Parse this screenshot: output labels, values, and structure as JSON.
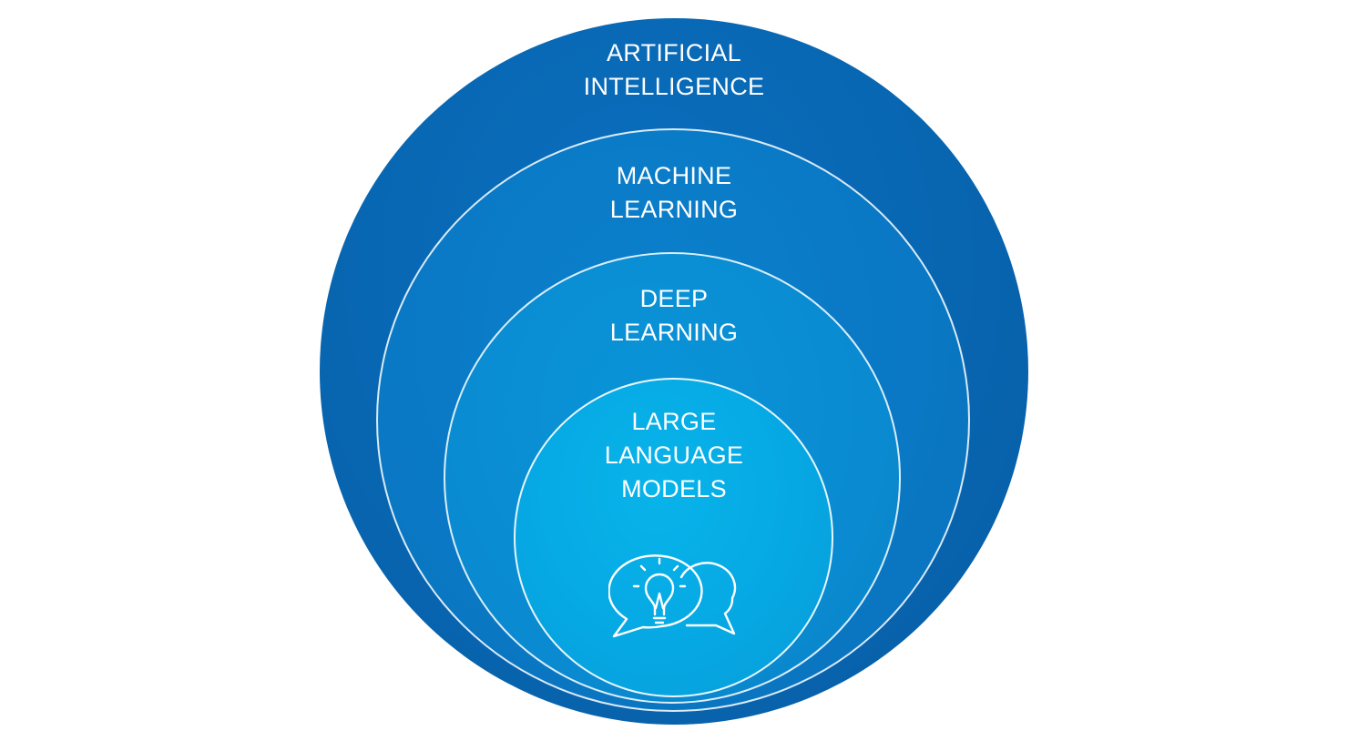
{
  "layers": [
    {
      "id": "artificial-intelligence",
      "lines": [
        "ARTIFICIAL",
        "INTELLIGENCE"
      ],
      "color": "#0866b1"
    },
    {
      "id": "machine-learning",
      "lines": [
        "MACHINE",
        "LEARNING"
      ],
      "color": "#0a78c4"
    },
    {
      "id": "deep-learning",
      "lines": [
        "DEEP",
        "LEARNING"
      ],
      "color": "#0a8bd1"
    },
    {
      "id": "large-language-models",
      "lines": [
        "LARGE",
        "LANGUAGE",
        "MODELS"
      ],
      "color": "#06a8e3"
    }
  ],
  "icon": {
    "name": "chat-lightbulb-icon"
  },
  "colors": {
    "label_text": "#ffffff",
    "outline": "#ffffff",
    "background": "#ffffff"
  }
}
